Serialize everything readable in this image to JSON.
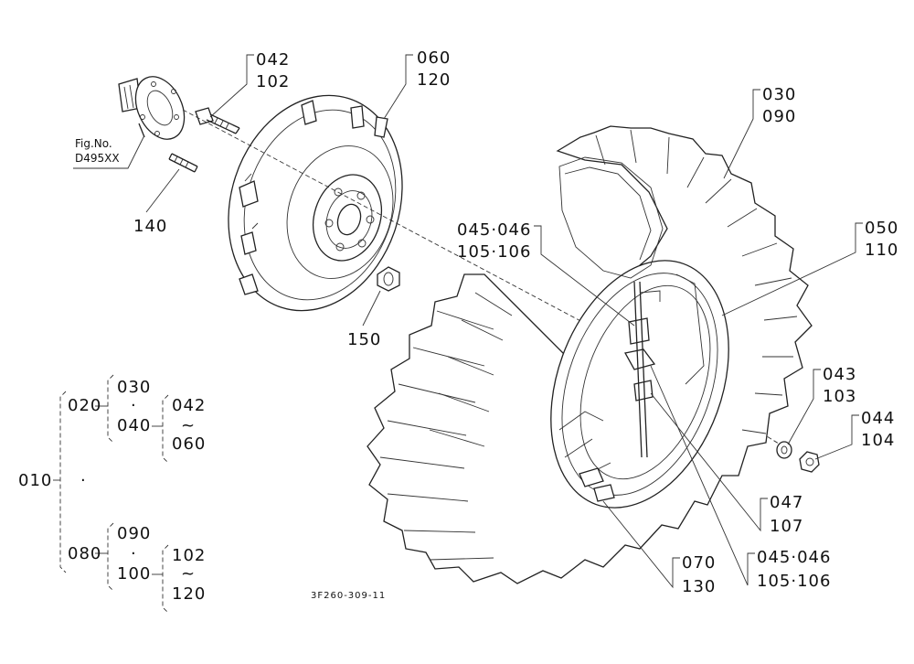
{
  "figure": {
    "reference_line1": "Fig.No.",
    "reference_line2": "D495XX",
    "drawing_code": "3F260-309-11"
  },
  "callouts": {
    "c042_102": [
      "042",
      "102"
    ],
    "c060_120": [
      "060",
      "120"
    ],
    "c030_090": [
      "030",
      "090"
    ],
    "c140": "140",
    "c150": "150",
    "c045_top": [
      "045·046",
      "105·106"
    ],
    "c050_110": [
      "050",
      "110"
    ],
    "c043_103": [
      "043",
      "103"
    ],
    "c044_104": [
      "044",
      "104"
    ],
    "c047_107": [
      "047",
      "107"
    ],
    "c070_130": [
      "070",
      "130"
    ],
    "c045_bottom": [
      "045·046",
      "105·106"
    ]
  },
  "tree": {
    "root": "010",
    "dot": "·",
    "group_a": "020",
    "group_a_top": "030",
    "group_a_mid": "040",
    "group_a_sub_top": "042",
    "group_a_sub_tilde": "~",
    "group_a_sub_bottom": "060",
    "group_b": "080",
    "group_b_top": "090",
    "group_b_mid": "100",
    "group_b_sub_top": "102",
    "group_b_sub_tilde": "~",
    "group_b_sub_bottom": "120"
  }
}
